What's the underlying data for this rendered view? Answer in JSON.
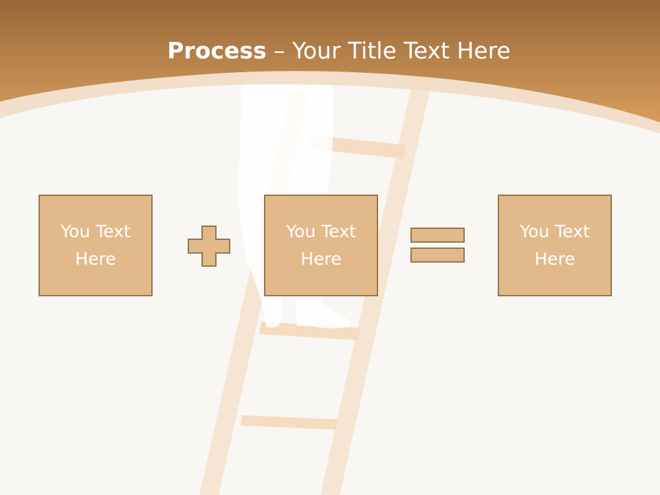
{
  "slide": {
    "title_bold": "Process",
    "title_rest": " – Your Title Text Here"
  },
  "boxes": [
    {
      "text": "You Text\nHere"
    },
    {
      "text": "You Text\nHere"
    },
    {
      "text": "You Text\nHere"
    }
  ],
  "operators": {
    "first": "plus-icon",
    "second": "equals-icon"
  },
  "colors": {
    "header_gradient_top": "#9b6b3c",
    "header_gradient_bottom": "#d89c5a",
    "box_fill": "#e2b98a",
    "box_border": "#98734c",
    "background": "#f9f7f3"
  }
}
